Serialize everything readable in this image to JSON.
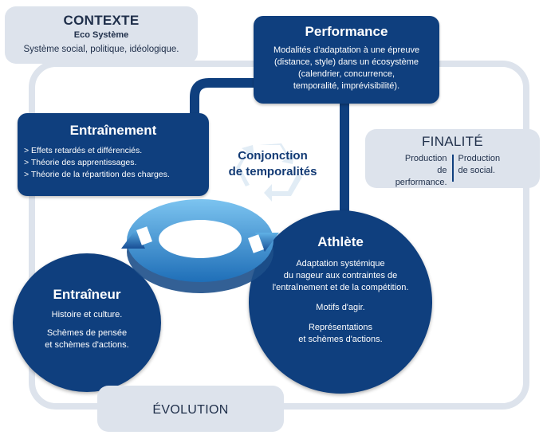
{
  "contexte": {
    "title": "CONTEXTE",
    "subtitle": "Eco Système",
    "text": "Système social, politique, idéologique."
  },
  "performance": {
    "title": "Performance",
    "lines": [
      "Modalités d'adaptation à une épreuve",
      "(distance, style) dans un écosystème",
      "(calendrier, concurrence,",
      "temporalité, imprévisibilité)."
    ]
  },
  "entrainement": {
    "title": "Entraînement",
    "items": [
      "> Effets retardés et différenciés.",
      "> Théorie des apprentissages.",
      "> Théorie de la répartition des charges."
    ]
  },
  "finalite": {
    "title": "FINALITÉ",
    "left": [
      "Production",
      "de performance."
    ],
    "right": [
      "Production",
      "de social."
    ]
  },
  "conjonction": {
    "line1": "Conjonction",
    "line2": "de temporalités"
  },
  "athlete": {
    "title": "Athlète",
    "p1": [
      "Adaptation systémique",
      "du nageur aux contraintes de",
      "l'entraînement et de la compétition."
    ],
    "p2": [
      "Motifs d'agir."
    ],
    "p3": [
      "Représentations",
      "et schèmes d'actions."
    ]
  },
  "entraineur": {
    "title": "Entraîneur",
    "p1": [
      "Histoire et culture."
    ],
    "p2": [
      "Schèmes de pensée",
      "et schèmes d'actions."
    ]
  },
  "evolution": {
    "title": "ÉVOLUTION"
  },
  "colors": {
    "dark_blue": "#0f3f7e",
    "light_grey_blue": "#dde3ec",
    "cycle_blue": "#3a9bd8",
    "recycle_grey": "#c9ddee"
  },
  "icons": [
    "recycle-icon",
    "cycle-arrows-icon"
  ]
}
